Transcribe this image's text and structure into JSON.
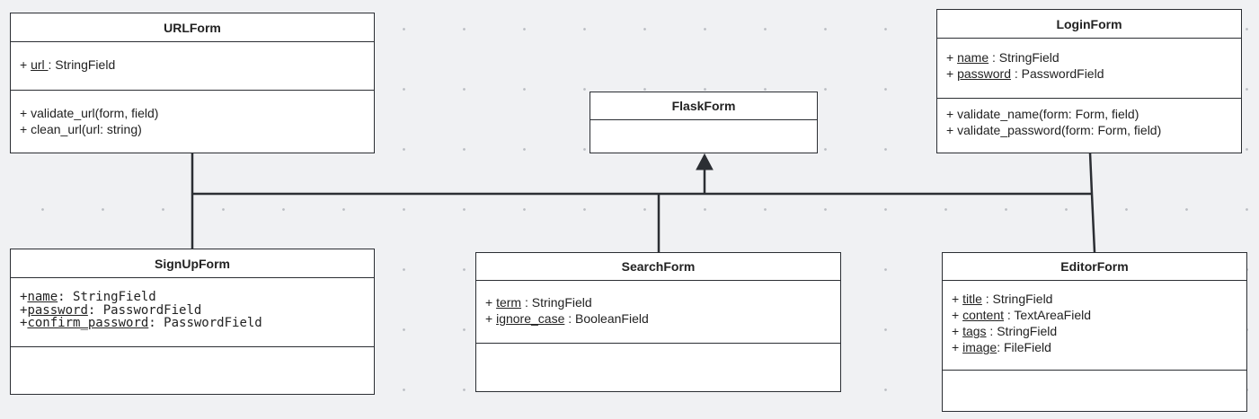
{
  "urlform": {
    "title": "URLForm",
    "attr_prefix": "+ ",
    "attr_name": "url ",
    "attr_type": ": StringField",
    "methods": [
      "+ validate_url(form, field)",
      "+ clean_url(url: string)"
    ]
  },
  "loginform": {
    "title": "LoginForm",
    "attrs": [
      {
        "prefix": "+ ",
        "name": "name",
        "type": " : StringField"
      },
      {
        "prefix": "+ ",
        "name": "password",
        "type": " : PasswordField"
      }
    ],
    "methods": [
      "+ validate_name(form: Form, field)",
      "+ validate_password(form: Form, field)"
    ]
  },
  "flaskform": {
    "title": "FlaskForm"
  },
  "signupform": {
    "title": "SignUpForm",
    "attrs": [
      {
        "prefix": "+",
        "name": "name",
        "type": ": StringField"
      },
      {
        "prefix": "+",
        "name": "password",
        "type": ": PasswordField"
      },
      {
        "prefix": "+",
        "name": "confirm_password",
        "type": ": PasswordField"
      }
    ]
  },
  "searchform": {
    "title": "SearchForm",
    "attrs": [
      {
        "prefix": "+ ",
        "name": "term",
        "type": " : StringField"
      },
      {
        "prefix": "+ ",
        "name": "ignore_case",
        "type": " : BooleanField"
      }
    ]
  },
  "editorform": {
    "title": "EditorForm",
    "attrs": [
      {
        "prefix": "+ ",
        "name": "title",
        "type": " : StringField"
      },
      {
        "prefix": "+ ",
        "name": "content",
        "type": " : TextAreaField"
      },
      {
        "prefix": "+ ",
        "name": "tags",
        "type": " : StringField"
      },
      {
        "prefix": "+ ",
        "name": "image",
        "type": ": FileField"
      }
    ]
  },
  "colors": {
    "line": "#2b2e33",
    "box_fill": "#ffffff",
    "background": "#f0f1f3",
    "grid_dot": "#b9bcc2"
  }
}
